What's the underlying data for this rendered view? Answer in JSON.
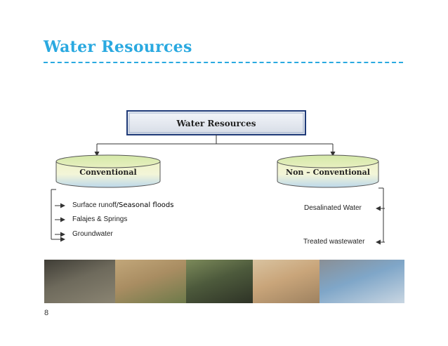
{
  "slide": {
    "title": "Water Resources",
    "page_number": "8"
  },
  "diagram": {
    "root": "Water Resources",
    "conventional": {
      "label": "Conventional",
      "items": [
        "Surface runoff",
        "/Seasonal floods",
        "Falajes & Springs",
        "Groundwater"
      ]
    },
    "non_conventional": {
      "label": "Non – Conventional",
      "items": [
        "Desalinated Water",
        "Treated wastewater"
      ]
    }
  },
  "photos": [
    {
      "name": "dam-photo",
      "colors": [
        "#6e6a5c",
        "#8a8472",
        "#3f3d36"
      ]
    },
    {
      "name": "falaj-pool-photo",
      "colors": [
        "#a98d62",
        "#6d7a4a",
        "#c2a77a"
      ]
    },
    {
      "name": "wadi-photo",
      "colors": [
        "#4d5a3c",
        "#2e3326",
        "#7c8a5a"
      ]
    },
    {
      "name": "treatment-plant-photo",
      "colors": [
        "#c9a57a",
        "#9e8260",
        "#d9c3a0"
      ]
    },
    {
      "name": "desalination-plant-photo",
      "colors": [
        "#7fa6c8",
        "#c9d6e2",
        "#8a8f95"
      ]
    }
  ]
}
